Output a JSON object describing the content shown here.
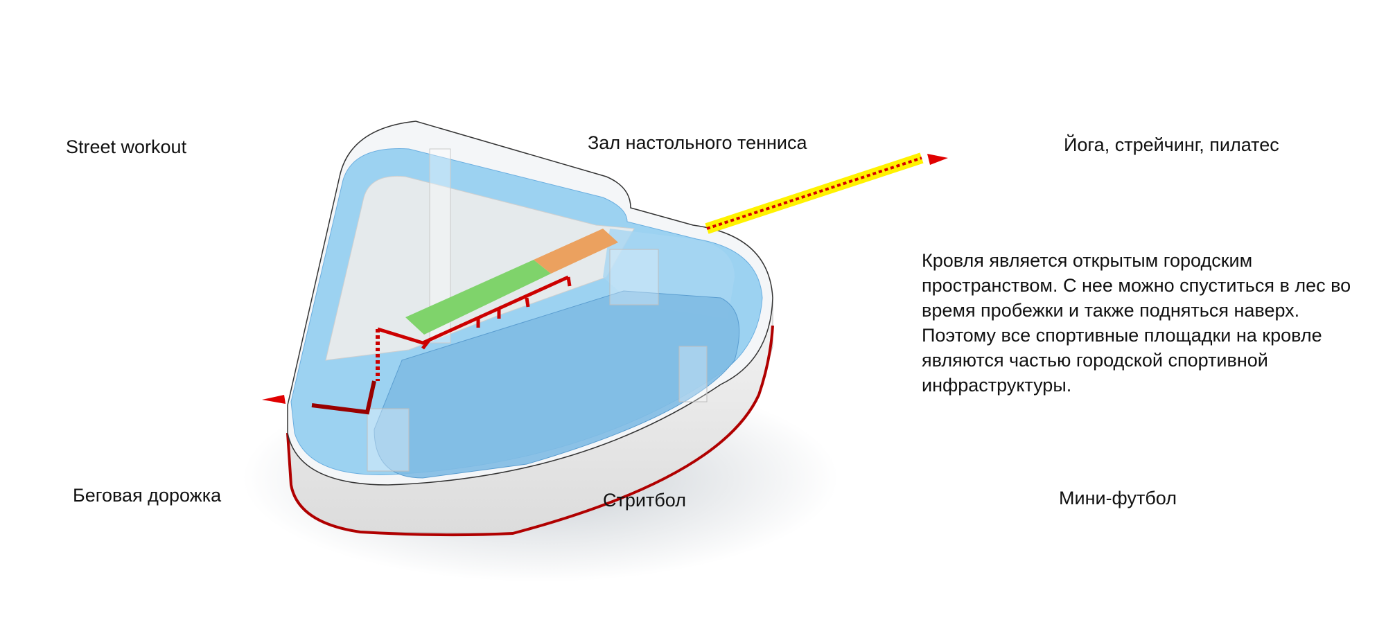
{
  "labels": {
    "street_workout": "Street workout",
    "table_tennis": "Зал настольного тенниса",
    "yoga": "Йога, стрейчинг, пилатес",
    "running_track": "Беговая дорожка",
    "streetball": "Стритбол",
    "mini_football": "Мини-футбол"
  },
  "description": {
    "lines": [
      "Кровля является открытым городским",
      "пространством. С нее можно спуститься в лес во",
      "время пробежки и также подняться наверх.",
      "Поэтому все спортивные площадки на кровле",
      "являются частью городской спортивной",
      "инфраструктуры."
    ]
  },
  "colors": {
    "roof_blue": "#8ccbf0",
    "edge_red": "#b00000",
    "route_red": "#cc0000",
    "route_yellow": "#fff200",
    "green_zone": "#7fd36b",
    "orange_zone": "#eba15f",
    "building_grey": "#ebebeb",
    "arrow_red": "#e00000"
  },
  "icons": {
    "entry_arrow": "red-triangle-arrow",
    "exit_arrow": "red-triangle-arrow"
  }
}
